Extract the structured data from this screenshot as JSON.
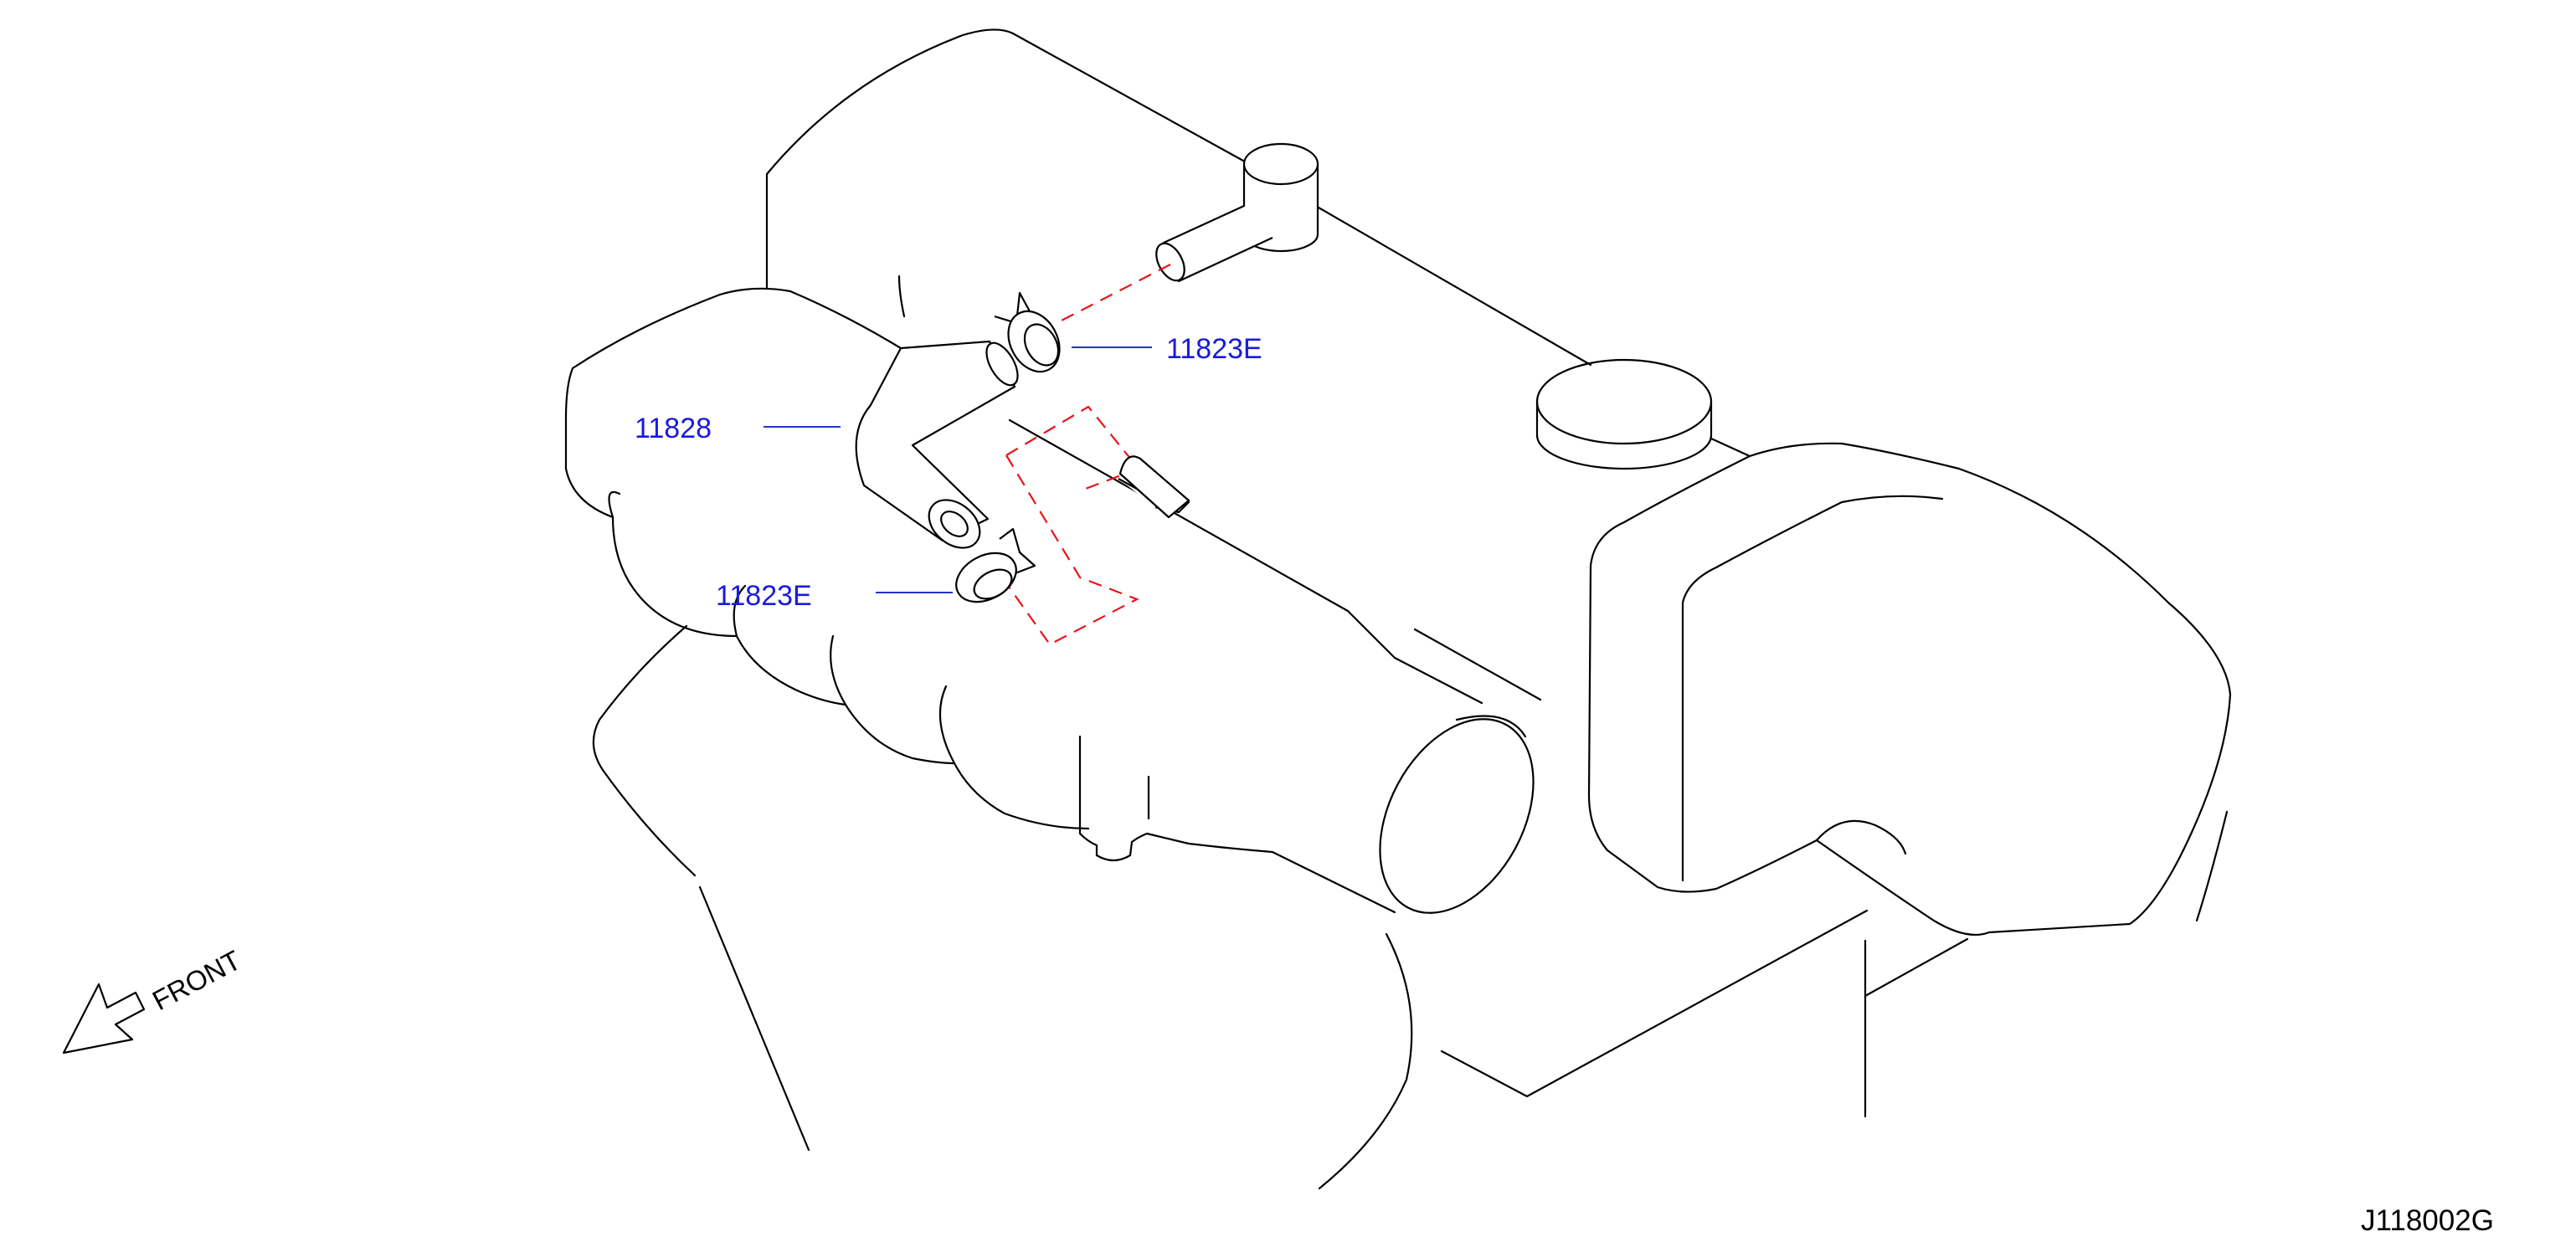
{
  "diagram": {
    "callouts": {
      "hose": "11828",
      "clamp_upper": "11823E",
      "clamp_lower": "11823E"
    },
    "front_label": "FRONT",
    "drawing_code": "J118002G",
    "colors": {
      "line": "#000000",
      "callout_text": "#1a1adc",
      "leader": "#2233cc",
      "dashed_guide": "#e8141a"
    }
  }
}
